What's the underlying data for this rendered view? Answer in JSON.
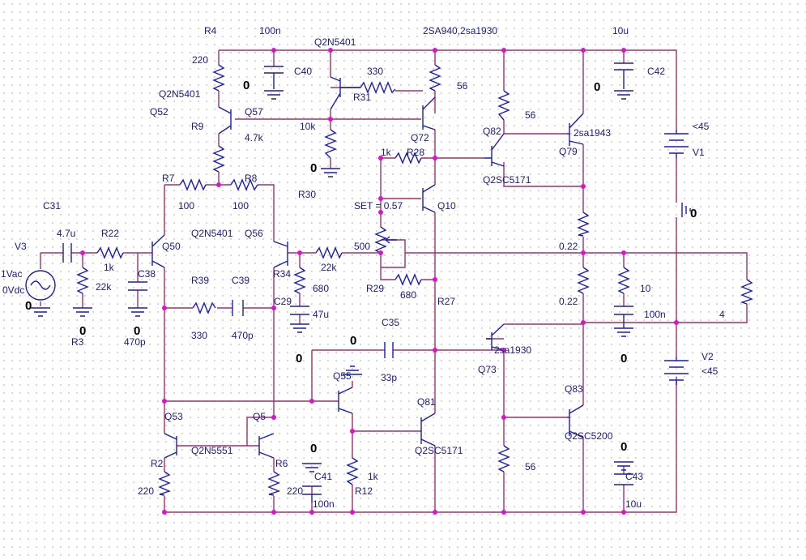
{
  "labels": {
    "R4": "R4",
    "v100n_top": "100n",
    "Q2N5401_top": "Q2N5401",
    "2SA940": "2SA940,2sa1930",
    "v10u_top": "10u",
    "v220_a": "220",
    "C40": "C40",
    "v330_a": "330",
    "v56_a": "56",
    "C42": "C42",
    "Q2N5401_b": "Q2N5401",
    "Q52": "Q52",
    "Q57": "Q57",
    "R31": "R31",
    "v56_b": "56",
    "lt45_a": "<45",
    "R9": "R9",
    "v4_7k": "4.7k",
    "v10k": "10k",
    "Q72": "Q72",
    "Q82": "Q82",
    "2sa1943": "2sa1943",
    "v1k_a": "1k",
    "R28": "R28",
    "Q79": "Q79",
    "V1": "V1",
    "R30": "R30",
    "Q2SC5171_a": "Q2SC5171",
    "R7": "R7",
    "R8": "R8",
    "v100_a": "100",
    "v100_b": "100",
    "C31": "C31",
    "SET": "SET = 0.57",
    "Q10": "Q10",
    "V3": "V3",
    "v4_7u": "4.7u",
    "R22": "R22",
    "Q2N5401_c": "Q2N5401",
    "Q56": "Q56",
    "Q50": "Q50",
    "v500": "500",
    "v0_22_a": "0.22",
    "v1Vac": "1Vac",
    "v1k_b": "1k",
    "C38": "C38",
    "v22k_a": "22k",
    "R34": "R34",
    "v0Vdc": "0Vdc",
    "v22k_b": "22k",
    "R39": "R39",
    "C39": "C39",
    "v680_a": "680",
    "R29": "R29",
    "v10": "10",
    "C29": "C29",
    "v680_b": "680",
    "R27": "R27",
    "v0_22_b": "0.22",
    "R3": "R3",
    "v470p_a": "470p",
    "v330_b": "330",
    "v470p_b": "470p",
    "v47u": "47u",
    "v100n_b": "100n",
    "v4": "4",
    "C35": "C35",
    "2sa1930": "2sa1930",
    "V2": "V2",
    "Q55": "Q55",
    "v33p": "33p",
    "lt45_b": "<45",
    "Q73": "Q73",
    "Q81": "Q81",
    "Q83": "Q83",
    "Q53": "Q53",
    "Q5": "Q5",
    "Q2SC5200": "Q2SC5200",
    "R2": "R2",
    "Q2N5551": "Q2N5551",
    "Q2SC5171_b": "Q2SC5171",
    "R6": "R6",
    "C41": "C41",
    "v1k_c": "1k",
    "v56_c": "56",
    "C43": "C43",
    "v220_b": "220",
    "v220_c": "220",
    "R12": "R12",
    "v100n_c": "100n",
    "v10u_b": "10u"
  },
  "ground_zero": "0",
  "colors": {
    "wire": "#a0306a",
    "component": "#1c1cb4",
    "label": "#1a1a8c",
    "node": "#e010d0"
  }
}
